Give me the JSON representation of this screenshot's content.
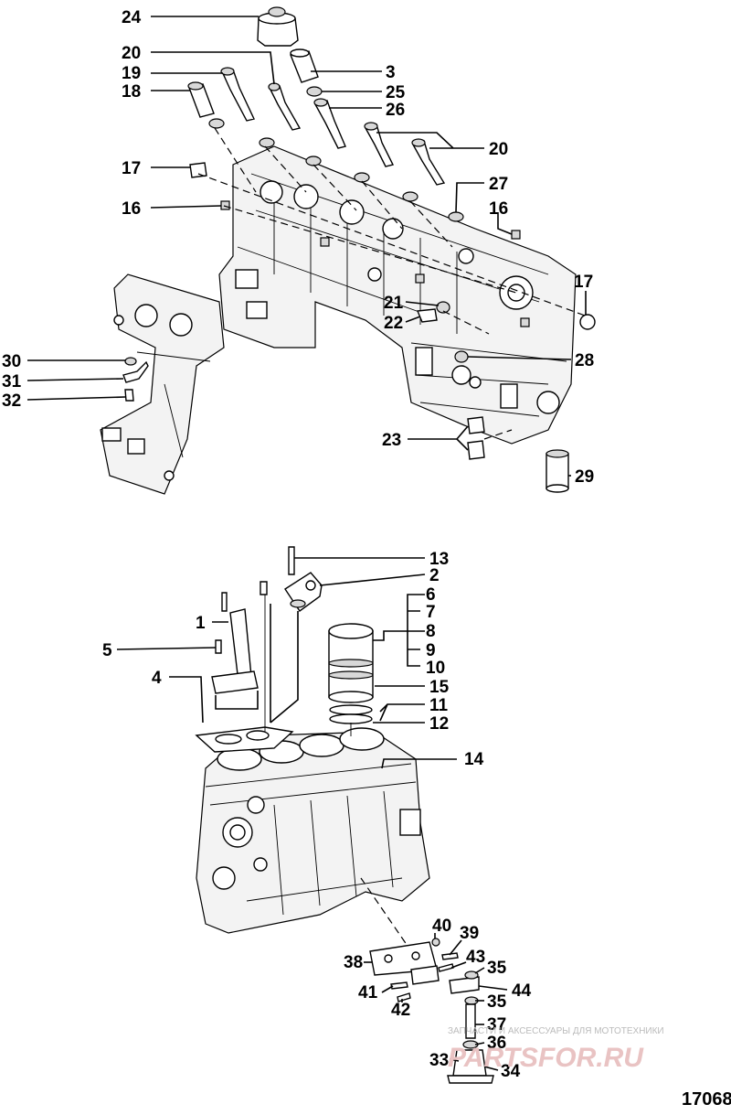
{
  "diagram": {
    "figure_number": "17068",
    "callouts": [
      "1",
      "2",
      "3",
      "4",
      "5",
      "6",
      "7",
      "8",
      "9",
      "10",
      "11",
      "12",
      "13",
      "14",
      "15",
      "16",
      "17",
      "18",
      "19",
      "20",
      "21",
      "22",
      "23",
      "24",
      "25",
      "26",
      "27",
      "28",
      "29",
      "30",
      "31",
      "32",
      "33",
      "34",
      "35",
      "36",
      "37",
      "38",
      "39",
      "40",
      "41",
      "42",
      "43",
      "44"
    ]
  },
  "watermark": {
    "tagline": "ЗАПЧАСТИ И АКСЕССУАРЫ ДЛЯ МОТОТЕХНИКИ",
    "logo_text": "PARTSFOR.RU"
  }
}
